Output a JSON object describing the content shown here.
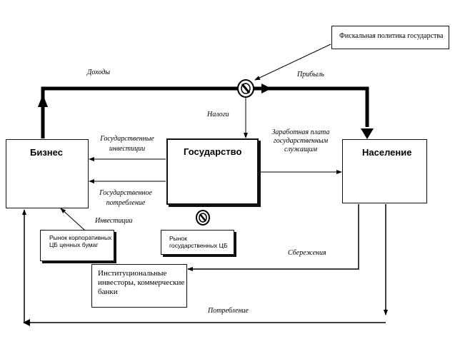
{
  "nodes": {
    "business": "Бизнес",
    "state": "Государство",
    "population": "Население",
    "fiscal_policy": "Фискальная политика государства",
    "corporate_market": "Рынок корпоративных ЦБ ценных бумаг",
    "state_market": "Рынок государственных ЦБ",
    "institutional": "Институциональные инвесторы, коммерческие банки"
  },
  "flows": {
    "income": "Доходы",
    "profit": "Прибыль",
    "taxes": "Налоги",
    "state_investment": "Государственные инвестиции",
    "state_consumption": "Государственное потребление",
    "salary": "Заработная плата государственным служащим",
    "investment": "Инвестиции",
    "savings": "Сбережения",
    "consumption": "Потребление"
  }
}
